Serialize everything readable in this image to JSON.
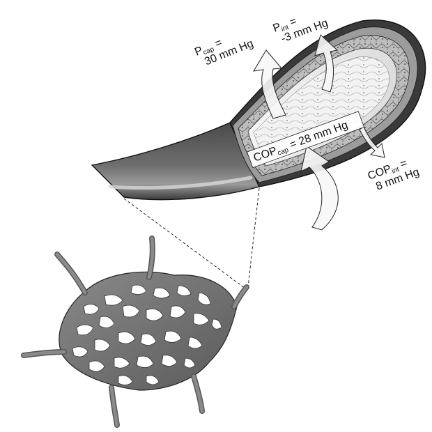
{
  "labels": {
    "p_cap_main": "P",
    "p_cap_sub": "cap",
    "p_cap_eq": " =",
    "p_cap_value": "30 mm Hg",
    "p_int_main": "P",
    "p_int_sub": "int",
    "p_int_eq": " =",
    "p_int_value": "-3 mm Hg",
    "cop_cap_main": "COP",
    "cop_cap_sub": "cap",
    "cop_cap_rest": " = 28 mm Hg",
    "cop_int_main": "COP",
    "cop_int_sub": "int",
    "cop_int_eq": " =",
    "cop_int_value": "8 mm Hg"
  }
}
